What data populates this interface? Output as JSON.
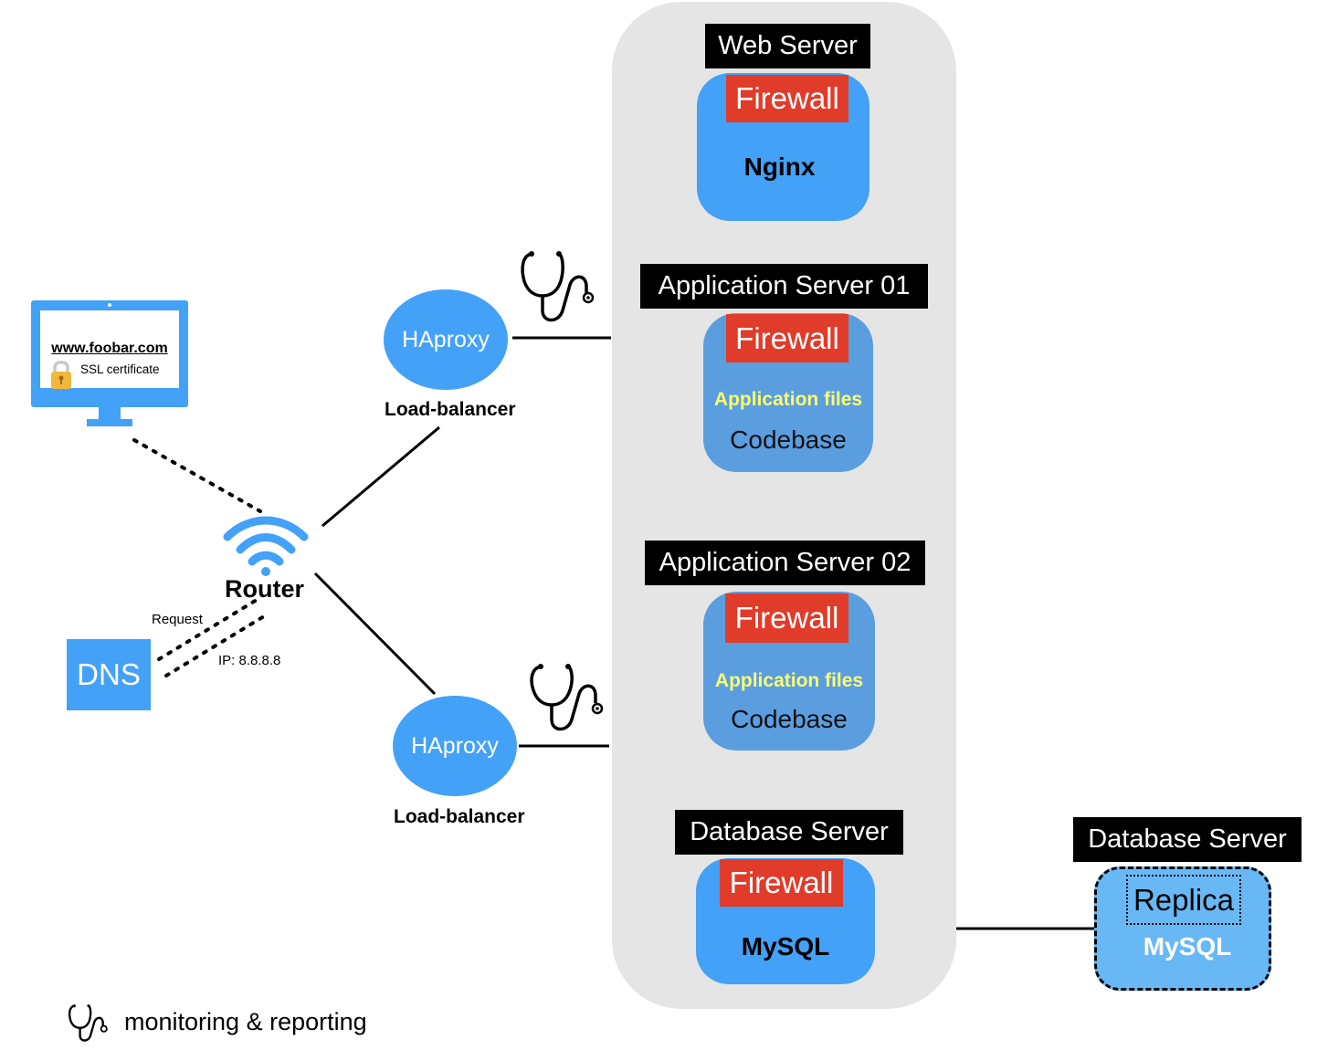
{
  "client": {
    "domain": "www.foobar.com",
    "ssl_label": "SSL certificate"
  },
  "router": {
    "label": "Router"
  },
  "dns": {
    "label": "DNS",
    "request_label": "Request",
    "response_label": "IP: 8.8.8.8"
  },
  "load_balancers": [
    {
      "name": "HAproxy",
      "label": "Load-balancer"
    },
    {
      "name": "HAproxy",
      "label": "Load-balancer"
    }
  ],
  "servers": {
    "web": {
      "title": "Web Server",
      "firewall": "Firewall",
      "software": "Nginx"
    },
    "app1": {
      "title": "Application Server 01",
      "firewall": "Firewall",
      "files": "Application files",
      "codebase": "Codebase"
    },
    "app2": {
      "title": "Application Server 02",
      "firewall": "Firewall",
      "files": "Application files",
      "codebase": "Codebase"
    },
    "db": {
      "title": "Database Server",
      "firewall": "Firewall",
      "software": "MySQL"
    },
    "replica": {
      "title": "Database Server",
      "role": "Replica",
      "software": "MySQL"
    }
  },
  "legend": {
    "text": "monitoring & reporting"
  },
  "colors": {
    "blue": "#43a1f7",
    "app_blue": "#5b9ee0",
    "replica_blue": "#69b8f6",
    "firewall_red": "#e13b2a",
    "cluster_gray": "#e5e5e5",
    "yellow_text": "#fcfc6e"
  },
  "icons": [
    "monitor-icon",
    "padlock-icon",
    "wifi-icon",
    "stethoscope-icon"
  ]
}
